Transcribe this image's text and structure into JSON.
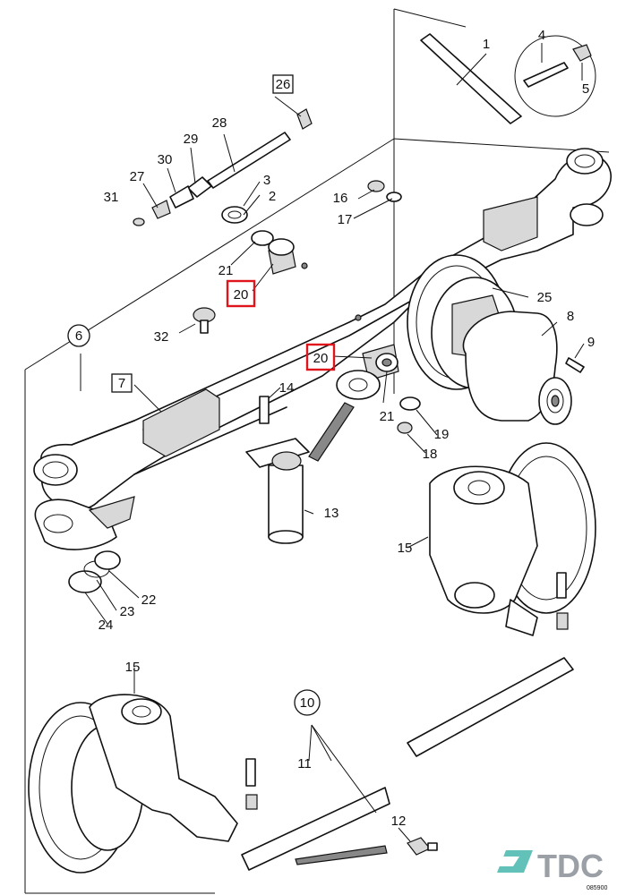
{
  "diagram": {
    "callouts": [
      {
        "id": "c1",
        "text": "1"
      },
      {
        "id": "c2",
        "text": "2"
      },
      {
        "id": "c3",
        "text": "3"
      },
      {
        "id": "c4",
        "text": "4"
      },
      {
        "id": "c5",
        "text": "5"
      },
      {
        "id": "c6",
        "text": "6"
      },
      {
        "id": "c7",
        "text": "7"
      },
      {
        "id": "c8",
        "text": "8"
      },
      {
        "id": "c9",
        "text": "9"
      },
      {
        "id": "c10",
        "text": "10"
      },
      {
        "id": "c11a",
        "text": "11"
      },
      {
        "id": "c11b",
        "text": "11"
      },
      {
        "id": "c12",
        "text": "12"
      },
      {
        "id": "c13",
        "text": "13"
      },
      {
        "id": "c14",
        "text": "14"
      },
      {
        "id": "c15a",
        "text": "15"
      },
      {
        "id": "c15b",
        "text": "15"
      },
      {
        "id": "c16",
        "text": "16"
      },
      {
        "id": "c17",
        "text": "17"
      },
      {
        "id": "c18",
        "text": "18"
      },
      {
        "id": "c19",
        "text": "19"
      },
      {
        "id": "c20a",
        "text": "20"
      },
      {
        "id": "c20b",
        "text": "20"
      },
      {
        "id": "c21a",
        "text": "21"
      },
      {
        "id": "c21b",
        "text": "21"
      },
      {
        "id": "c22",
        "text": "22"
      },
      {
        "id": "c23",
        "text": "23"
      },
      {
        "id": "c24",
        "text": "24"
      },
      {
        "id": "c25",
        "text": "25"
      },
      {
        "id": "c26",
        "text": "26"
      },
      {
        "id": "c27",
        "text": "27"
      },
      {
        "id": "c28",
        "text": "28"
      },
      {
        "id": "c29",
        "text": "29"
      },
      {
        "id": "c30",
        "text": "30"
      },
      {
        "id": "c31",
        "text": "31"
      },
      {
        "id": "c32",
        "text": "32"
      }
    ],
    "highlighted_parts": [
      "20"
    ],
    "drawing_code": "085900",
    "highlight_color": "#e0141b"
  },
  "watermark": {
    "brand": "TDC",
    "icon": "tdc-logo-icon",
    "color": "#9aa0a6",
    "accent_color": "#3bb3a8"
  }
}
